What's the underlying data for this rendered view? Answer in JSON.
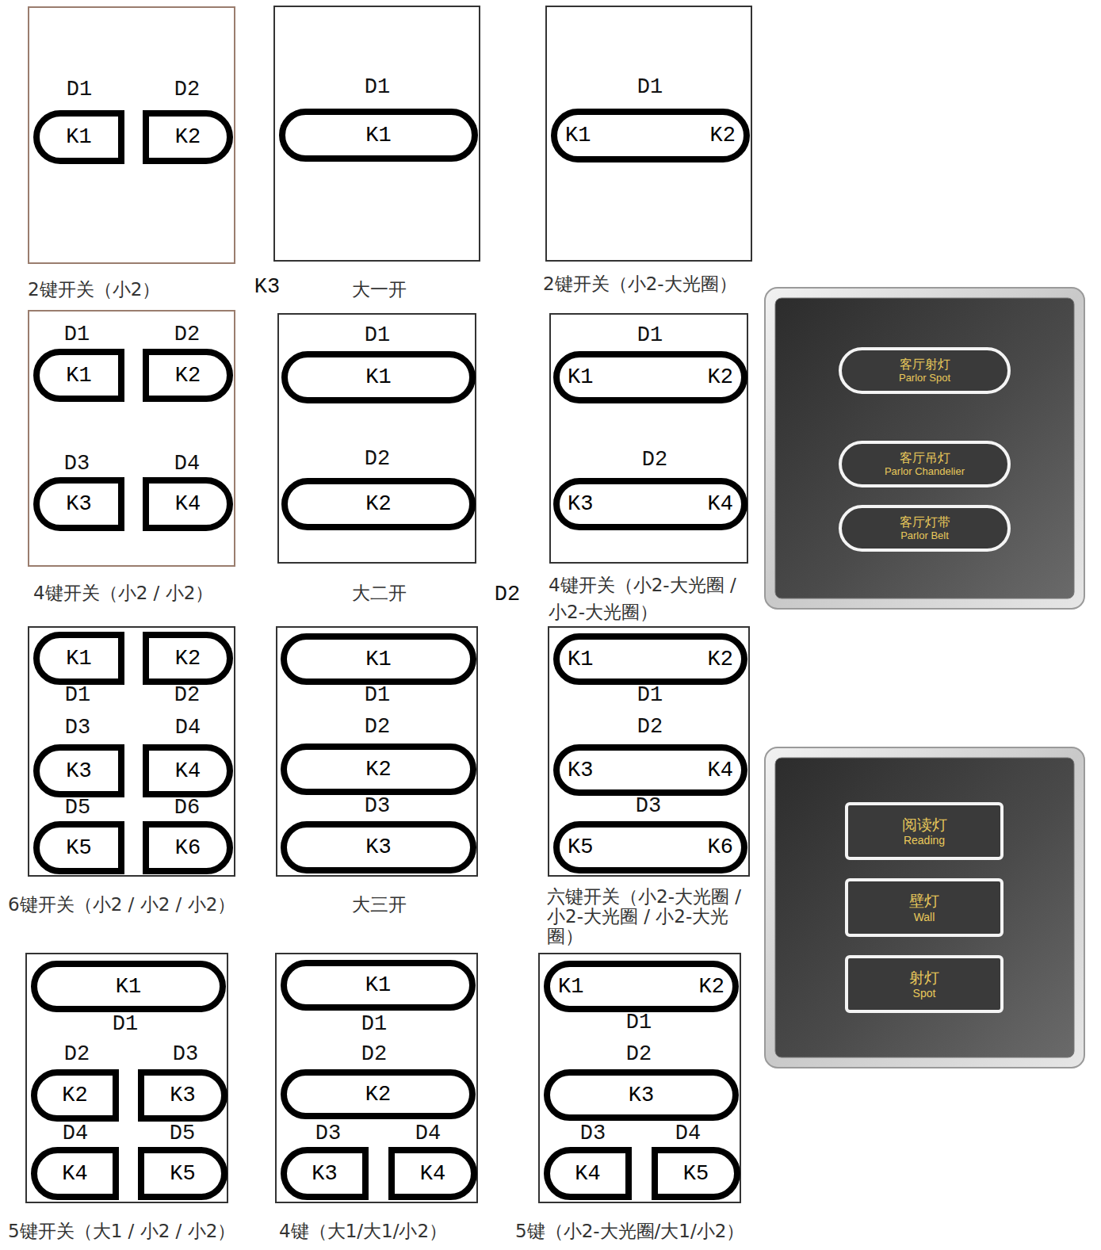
{
  "diagram": {
    "nodes": [
      {
        "text": [
          "2键开关（小2）"
        ]
      },
      {
        "text": [
          "K1"
        ],
        "in": 0
      },
      {
        "text": [
          "K2"
        ],
        "in": 0
      },
      {
        "text": [
          "大一开"
        ]
      },
      {
        "text": [
          "K1"
        ],
        "in": 3
      },
      {
        "text": [
          "2键开关（小2-大光圈）"
        ]
      },
      {
        "text": [
          "K1",
          "K2"
        ],
        "in": 5
      },
      {
        "text": [
          "4键开关（小2 / 小2）"
        ]
      },
      {
        "text": [
          "K1"
        ],
        "in": 7
      },
      {
        "text": [
          "K2"
        ],
        "in": 7
      },
      {
        "text": [
          "K3"
        ],
        "in": 7
      },
      {
        "text": [
          "K4"
        ],
        "in": 7
      },
      {
        "text": [
          "大二开"
        ]
      },
      {
        "text": [
          "K1"
        ],
        "in": 12
      },
      {
        "text": [
          "K2"
        ],
        "in": 12
      },
      {
        "text": [
          "4键开关（小2-大光圈 / 小2-大光圈）"
        ]
      },
      {
        "text": [
          "K1",
          "K2"
        ],
        "in": 15
      },
      {
        "text": [
          "K3",
          "K4"
        ],
        "in": 15
      },
      {
        "text": [
          "客厅射灯",
          "Parlor Spot"
        ]
      },
      {
        "text": [
          "客厅吊灯",
          "Parlor Chandelier"
        ]
      },
      {
        "text": [
          "客厅灯带",
          "Parlor Belt"
        ]
      },
      {
        "text": [
          "6键开关（小2 / 小2 / 小2）"
        ]
      },
      {
        "text": [
          "K1"
        ],
        "in": 21
      },
      {
        "text": [
          "K2"
        ],
        "in": 21
      },
      {
        "text": [
          "K3"
        ],
        "in": 21
      },
      {
        "text": [
          "K4"
        ],
        "in": 21
      },
      {
        "text": [
          "K5"
        ],
        "in": 21
      },
      {
        "text": [
          "K6"
        ],
        "in": 21
      },
      {
        "text": [
          "大三开"
        ]
      },
      {
        "text": [
          "K1"
        ],
        "in": 28
      },
      {
        "text": [
          "K2"
        ],
        "in": 28
      },
      {
        "text": [
          "K3"
        ],
        "in": 28
      },
      {
        "text": [
          "六键开关（小2-大光圈 / 小2-大光圈 / 小2-大光圈）"
        ]
      },
      {
        "text": [
          "K1",
          "K2"
        ],
        "in": 32
      },
      {
        "text": [
          "K3",
          "K4"
        ],
        "in": 32
      },
      {
        "text": [
          "K5",
          "K6"
        ],
        "in": 32
      },
      {
        "text": [
          "阅读灯",
          "Reading"
        ]
      },
      {
        "text": [
          "壁灯",
          "Wall"
        ]
      },
      {
        "text": [
          "射灯",
          "Spot"
        ]
      },
      {
        "text": [
          "5键开关（大1 / 小2 / 小2）"
        ]
      },
      {
        "text": [
          "K1"
        ],
        "in": 39
      },
      {
        "text": [
          "K2"
        ],
        "in": 39
      },
      {
        "text": [
          "K3"
        ],
        "in": 39
      },
      {
        "text": [
          "K4"
        ],
        "in": 39
      },
      {
        "text": [
          "K5"
        ],
        "in": 39
      },
      {
        "text": [
          "4键（大1/大1/小2）"
        ]
      },
      {
        "text": [
          "K1"
        ],
        "in": 45
      },
      {
        "text": [
          "K2"
        ],
        "in": 45
      },
      {
        "text": [
          "K3"
        ],
        "in": 45
      },
      {
        "text": [
          "K4"
        ],
        "in": 45
      },
      {
        "text": [
          "5键（小2-大光圈/大1/小2）"
        ]
      },
      {
        "text": [
          "K1",
          "K2"
        ],
        "in": 50
      },
      {
        "text": [
          "K3"
        ],
        "in": 50
      },
      {
        "text": [
          "K4"
        ],
        "in": 50
      },
      {
        "text": [
          "K5"
        ],
        "in": 50
      }
    ],
    "labels": [
      "D1",
      "D2",
      "K3",
      "D1",
      "D1",
      "D1",
      "D2",
      "D3",
      "D4",
      "D1",
      "D2",
      "D2",
      "D1",
      "D2",
      "D1",
      "D2",
      "D3",
      "D4",
      "D5",
      "D6",
      "D1",
      "D2",
      "D3",
      "D1",
      "D2",
      "D3",
      "D1",
      "D2",
      "D3",
      "D4",
      "D5",
      "D1",
      "D2",
      "D3",
      "D4",
      "D1",
      "D2",
      "D3",
      "D4"
    ]
  }
}
